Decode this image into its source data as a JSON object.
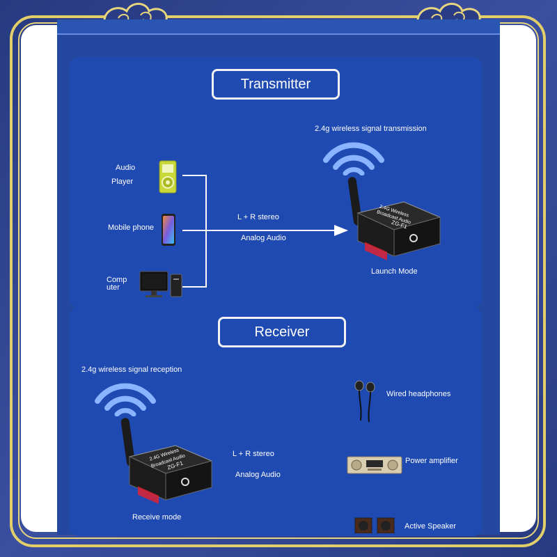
{
  "transmitter": {
    "title": "Transmitter",
    "signal_label": "2.4g wireless signal transmission",
    "sources": [
      {
        "label_line1": "Audio",
        "label_line2": "Player",
        "icon": "audio-player-icon"
      },
      {
        "label": "Mobile phone",
        "icon": "mobile-phone-icon"
      },
      {
        "label_line1": "Comp",
        "label_line2": "uter",
        "icon": "computer-icon"
      }
    ],
    "link_top": "L + R stereo",
    "link_bottom": "Analog Audio",
    "device_label": "Launch Mode"
  },
  "receiver": {
    "title": "Receiver",
    "signal_label": "2.4g wireless signal reception",
    "link_top": "L + R stereo",
    "link_bottom": "Analog Audio",
    "device_label": "Receive mode",
    "outputs": [
      {
        "label": "Wired headphones",
        "icon": "headphones-icon"
      },
      {
        "label": "Power amplifier",
        "icon": "power-amplifier-icon"
      },
      {
        "label": "Active Speaker",
        "icon": "speaker-icon"
      }
    ]
  },
  "device": {
    "plate_line1": "2.4G Wireless",
    "plate_line2": "Broadcast Audio",
    "plate_line3": "ZG-F1"
  },
  "colors": {
    "panel": "#2447a0",
    "section": "#1f4ab2",
    "frame_gold": "#e2cf6a",
    "wire": "#ffffff"
  }
}
